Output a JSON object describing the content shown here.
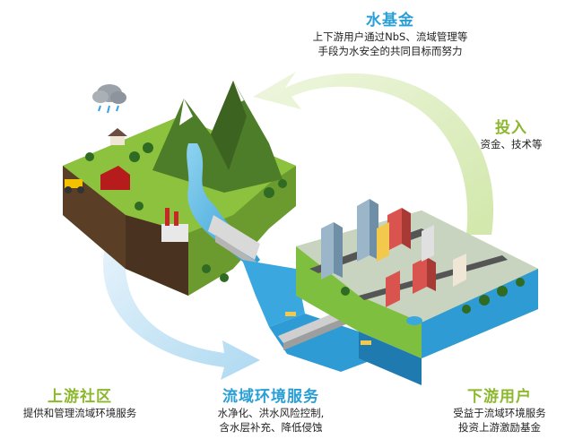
{
  "water_fund": {
    "title": "水基金",
    "lines": [
      "上下游用户通过NbS、流域管理等",
      "手段为水安全的共同目标而努力"
    ]
  },
  "investment": {
    "title": "投入",
    "text": "资金、技术等"
  },
  "upstream": {
    "title": "上游社区",
    "text": "提供和管理流域环境服务"
  },
  "services": {
    "title": "流域环境服务",
    "lines": [
      "水净化、洪水风险控制,",
      "含水层补充、降低侵蚀"
    ]
  },
  "downstream": {
    "title": "下游用户",
    "lines": [
      "受益于流域环境服务",
      "投资上游激励基金"
    ]
  },
  "colors": {
    "green_title": "#8cb82e",
    "blue_title": "#2a9fd6",
    "arrow_green": "#d6e8b4",
    "arrow_blue": "#bfe0f3"
  }
}
